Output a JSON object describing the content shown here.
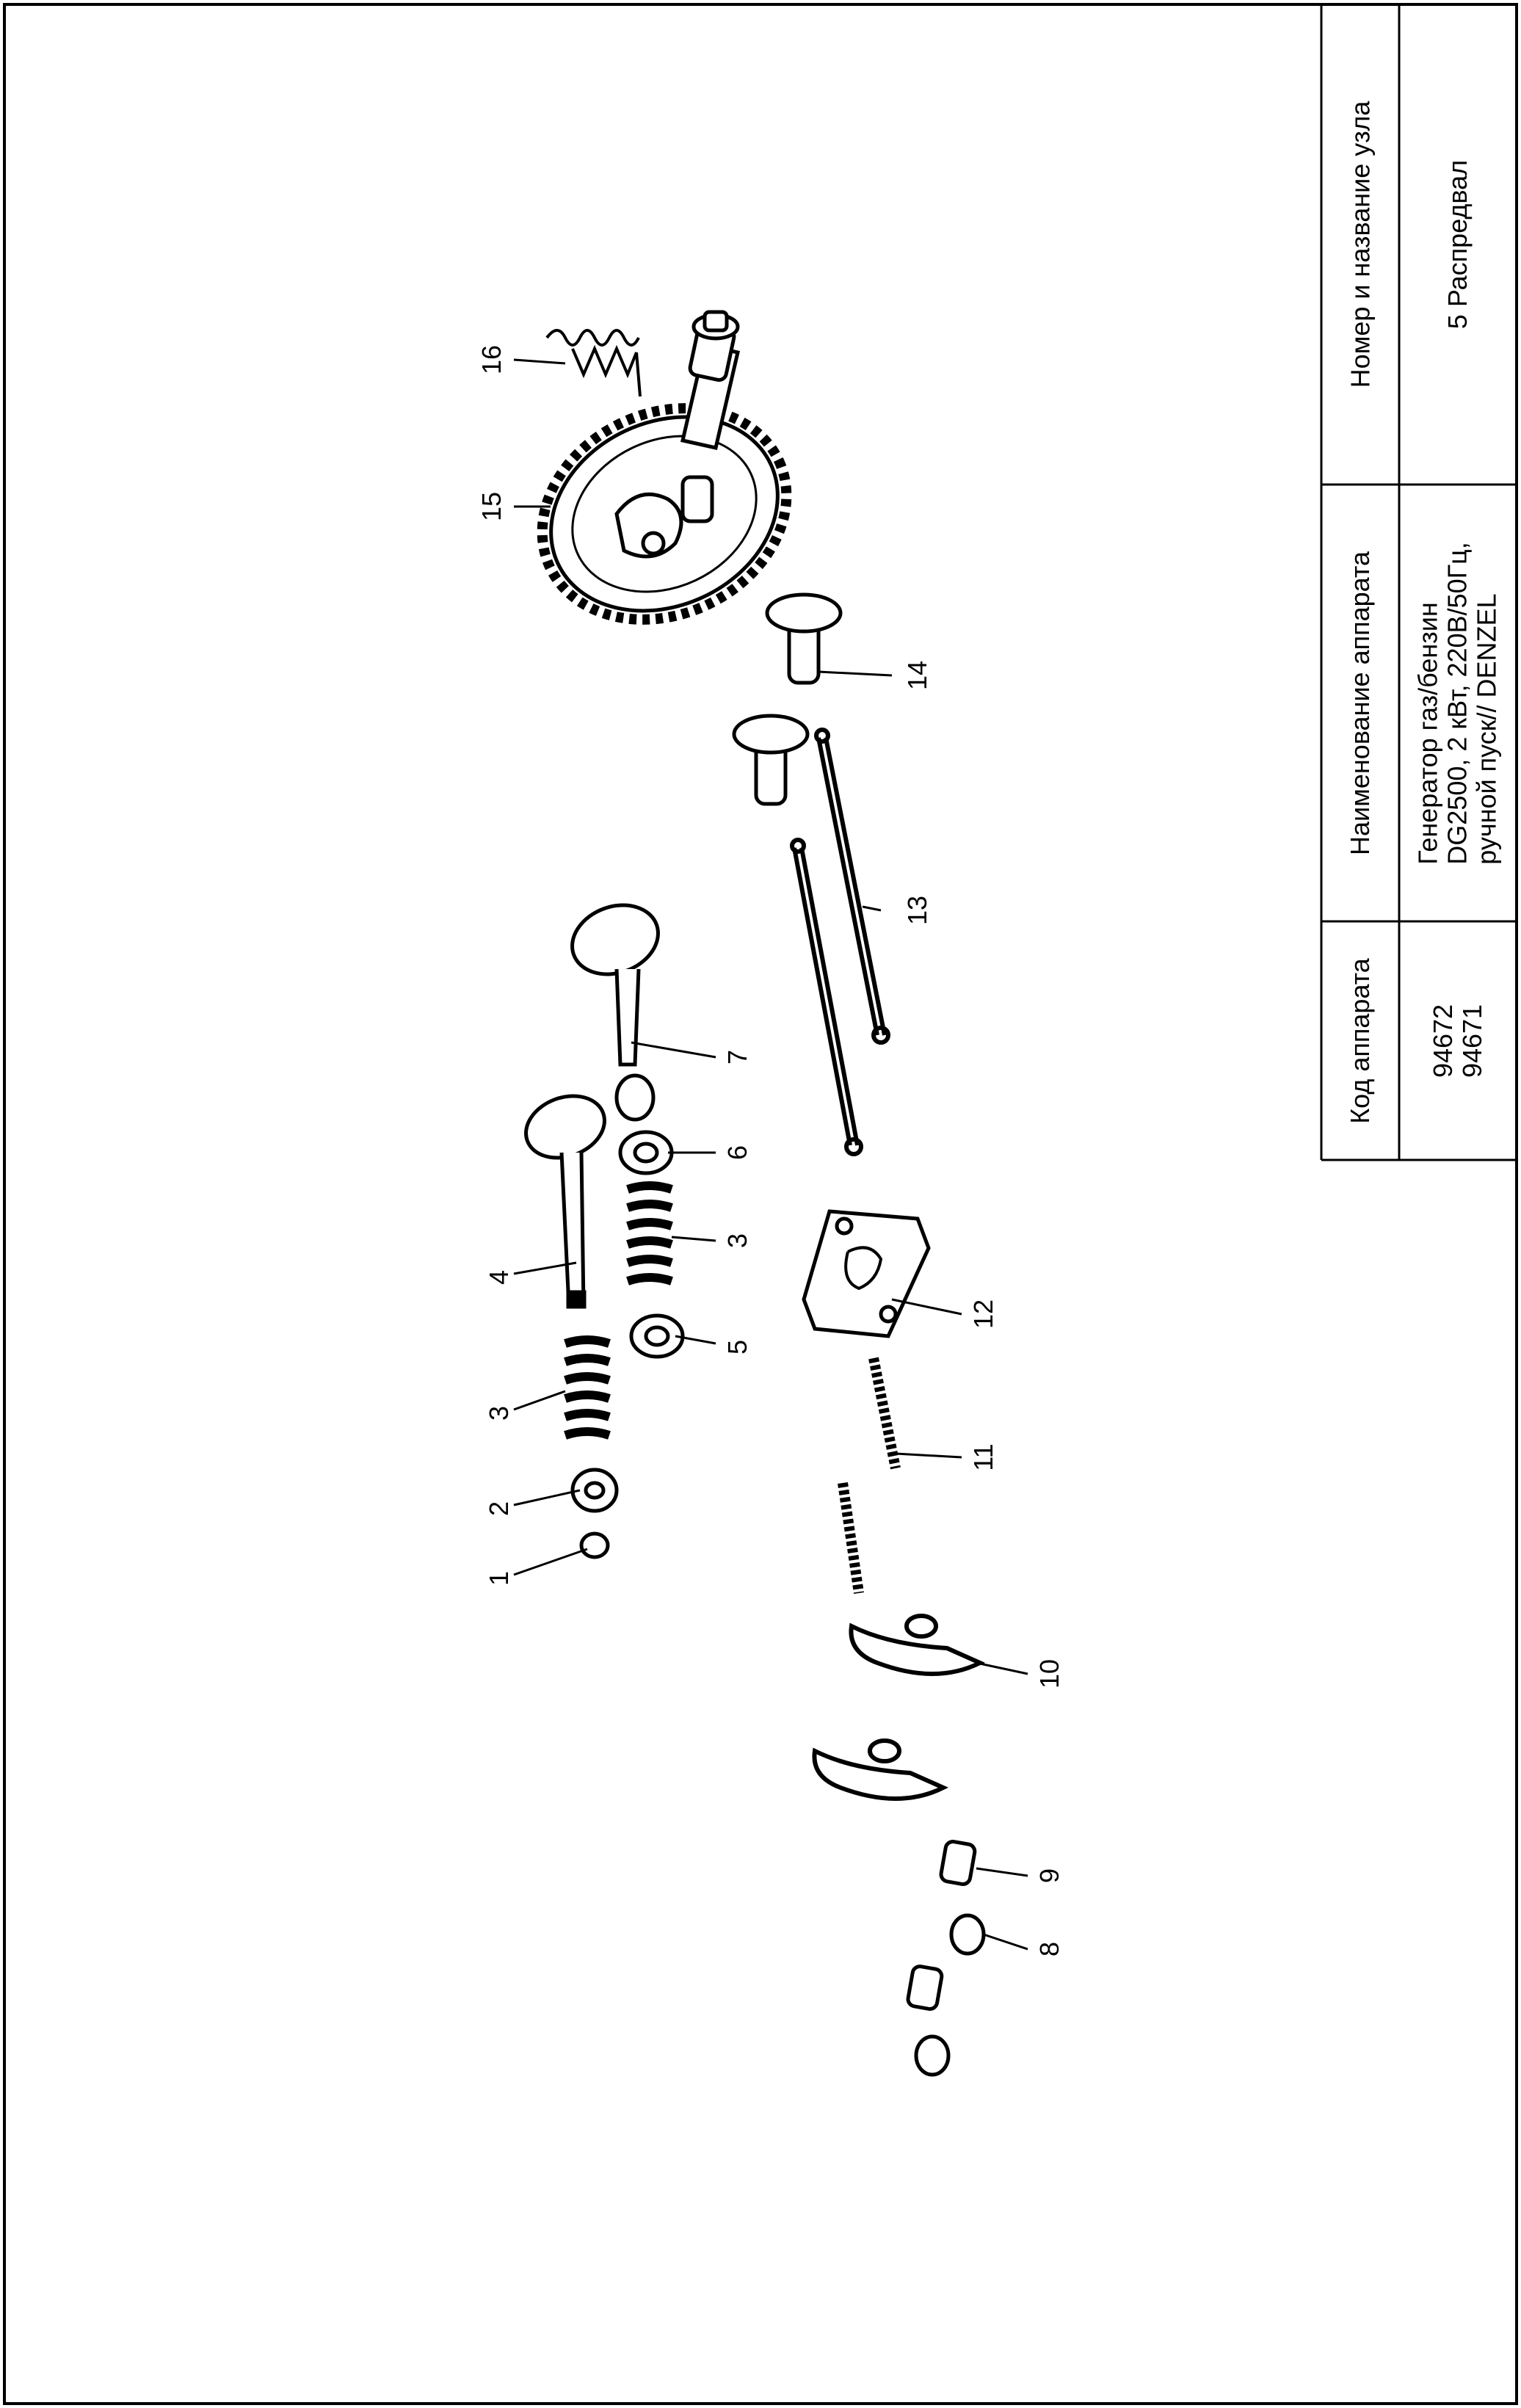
{
  "title_block": {
    "col_code_header": "Код аппарата",
    "col_name_header": "Наименование аппарата",
    "col_unit_header": "Номер и название узла",
    "code_values": [
      "94672",
      "94671"
    ],
    "name_lines": [
      "Генератор газ/бензин",
      "DG2500, 2 кВт, 220В/50Гц,",
      "ручной пуск// DENZEL"
    ],
    "unit_value": "5 Распредвал"
  },
  "callouts": [
    "1",
    "2",
    "3",
    "4",
    "3",
    "5",
    "6",
    "7",
    "8",
    "9",
    "10",
    "11",
    "12",
    "13",
    "14",
    "15",
    "16"
  ]
}
